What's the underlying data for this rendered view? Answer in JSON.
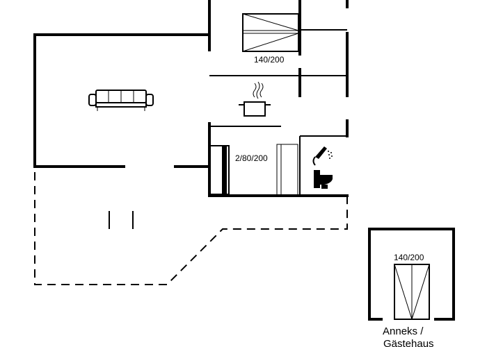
{
  "labels": {
    "bed_upper": "140/200",
    "bed_middle": "2/80/200",
    "bed_annex": "140/200",
    "annex_line1": "Anneks /",
    "annex_line2": "Gästehaus"
  },
  "icons": {
    "sofa": "sofa-icon",
    "cooking_pot": "cooking-pot-icon",
    "shower": "shower-icon",
    "toilet": "toilet-icon",
    "bed": "bed-icon"
  }
}
